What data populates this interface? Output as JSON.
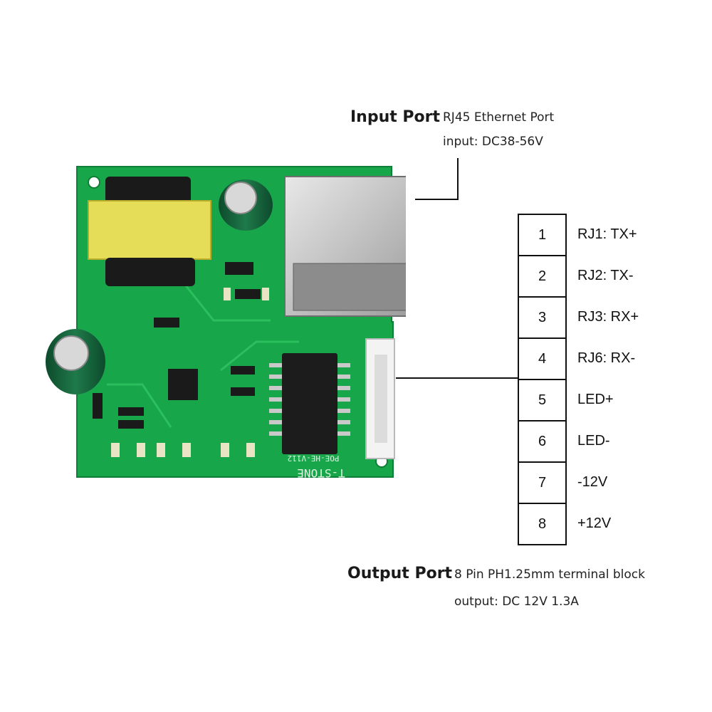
{
  "input": {
    "title": "Input Port",
    "line1": "RJ45  Ethernet Port",
    "line2": "input:  DC38-56V"
  },
  "output": {
    "title": "Output Port",
    "line1": "8 Pin PH1.25mm  terminal block",
    "line2": "output:  DC 12V 1.3A"
  },
  "pins": [
    {
      "num": "1",
      "label": "RJ1: TX+"
    },
    {
      "num": "2",
      "label": "RJ2: TX-"
    },
    {
      "num": "3",
      "label": "RJ3: RX+"
    },
    {
      "num": "4",
      "label": "RJ6: RX-"
    },
    {
      "num": "5",
      "label": "LED+"
    },
    {
      "num": "6",
      "label": "LED-"
    },
    {
      "num": "7",
      "label": "-12V"
    },
    {
      "num": "8",
      "label": "+12V"
    }
  ],
  "board": {
    "silkscreen_brand": "T-STONE",
    "silkscreen_model": "POE-HE-V112",
    "colors": {
      "pcb": "#17a64a",
      "pcb_dark": "#0f7f37"
    }
  }
}
